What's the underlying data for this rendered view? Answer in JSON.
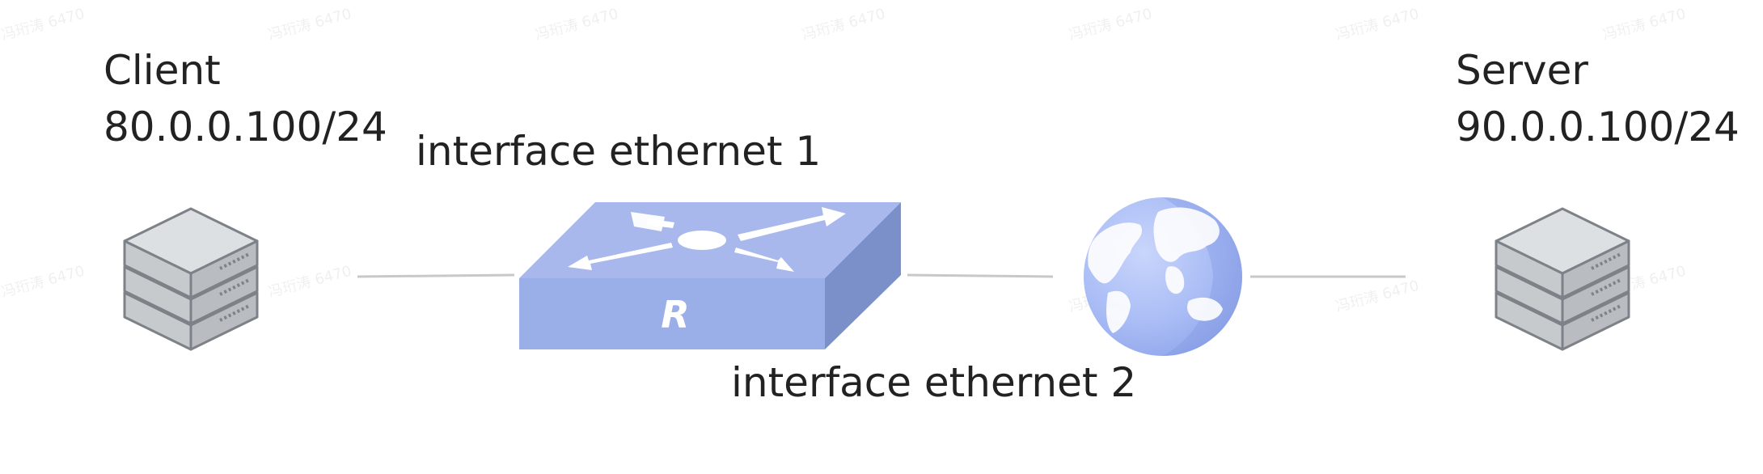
{
  "client": {
    "name": "Client",
    "ip": "80.0.0.100/24"
  },
  "server": {
    "name": "Server",
    "ip": "90.0.0.100/24"
  },
  "router": {
    "label": "R"
  },
  "interfaces": {
    "eth1": "interface ethernet 1",
    "eth2": "interface ethernet 2"
  },
  "watermark": {
    "text": "冯珩涛 6470"
  },
  "colors": {
    "text": "#222222",
    "link": "#c8c8c8",
    "router_top": "#a9b8ec",
    "router_front": "#9aafe8",
    "router_side": "#7b8fc8",
    "globe": "#a9bcf5",
    "server_fill": "#d3d6d9",
    "server_stroke": "#7d8288"
  },
  "icons": {
    "client": "server-stack-icon",
    "router": "router-icon",
    "internet": "globe-icon",
    "server": "server-stack-icon"
  }
}
